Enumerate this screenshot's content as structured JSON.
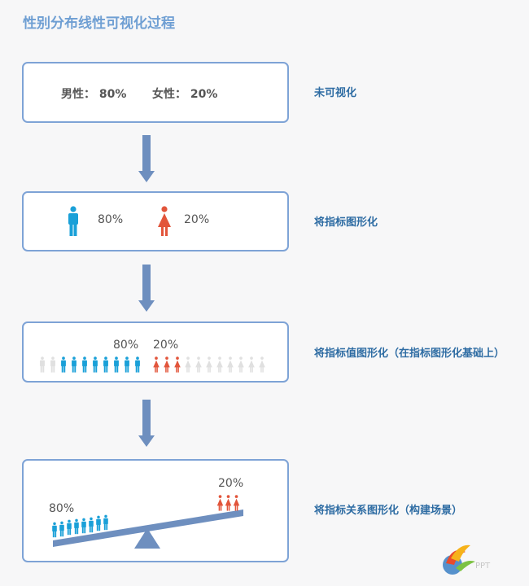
{
  "title": "性别分布线性可视化过程",
  "steps": [
    {
      "label": "未可视化"
    },
    {
      "label": "将指标图形化"
    },
    {
      "label": "将指标值图形化（在指标图形化基础上）"
    },
    {
      "label": "将指标关系图形化（构建场景）"
    }
  ],
  "step1": {
    "male_text": "男性： 80%",
    "female_text": "女性： 20%"
  },
  "share": {
    "male": "80%",
    "female": "20%",
    "male_ratio": 0.8,
    "female_ratio": 0.2
  },
  "colors": {
    "male": "#1aa0d8",
    "female": "#e2553b",
    "inactive": "#e0e0e0",
    "accent": "#7ea3d6",
    "arrow": "#6e8fbf",
    "title": "#6f9fd3",
    "label": "#2e6ca3"
  },
  "icons": {
    "male": "male-person-icon",
    "female": "female-person-icon",
    "arrow": "down-arrow-icon",
    "fulcrum": "triangle-fulcrum-icon"
  }
}
